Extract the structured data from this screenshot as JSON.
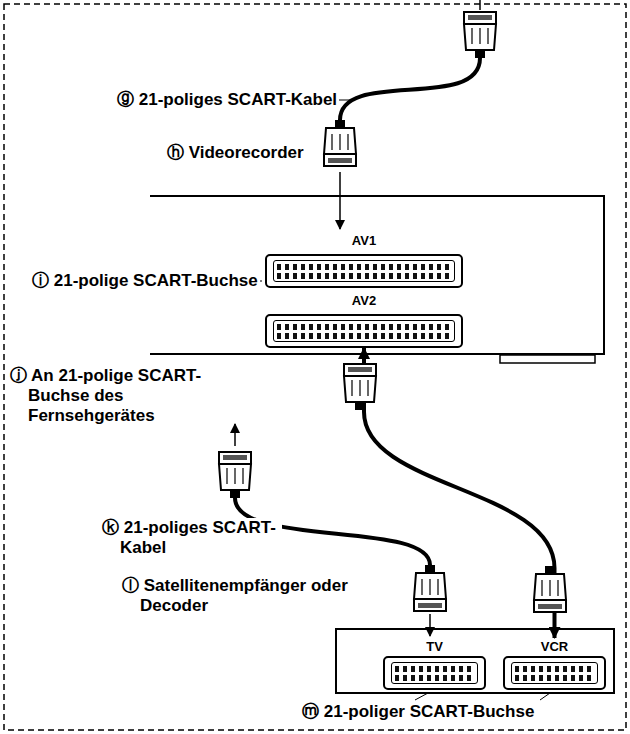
{
  "diagram": {
    "nodes": [
      {
        "text": [
          "ⓗ Videorecorder"
        ]
      },
      {
        "text": [
          "AV1"
        ],
        "in": 0
      },
      {
        "text": [
          "AV2"
        ],
        "in": 0
      },
      {
        "text": [
          "ⓛ Satellitenempfänger oder Decoder"
        ]
      },
      {
        "text": [
          "TV"
        ],
        "in": 3
      },
      {
        "text": [
          "VCR"
        ],
        "in": 3
      }
    ],
    "edges": [
      {
        "from": 2,
        "to": 5,
        "arrow": "both"
      }
    ],
    "labels": [
      "ⓖ 21-poliges SCART-Kabel",
      "ⓘ 21-polige SCART-Buchse",
      "ⓙ An 21-polige SCART-Buchse des Fernsehgerätes",
      "ⓚ 21-poliges SCART-Kabel",
      "ⓜ 21-poliger SCART-Buchse"
    ]
  }
}
